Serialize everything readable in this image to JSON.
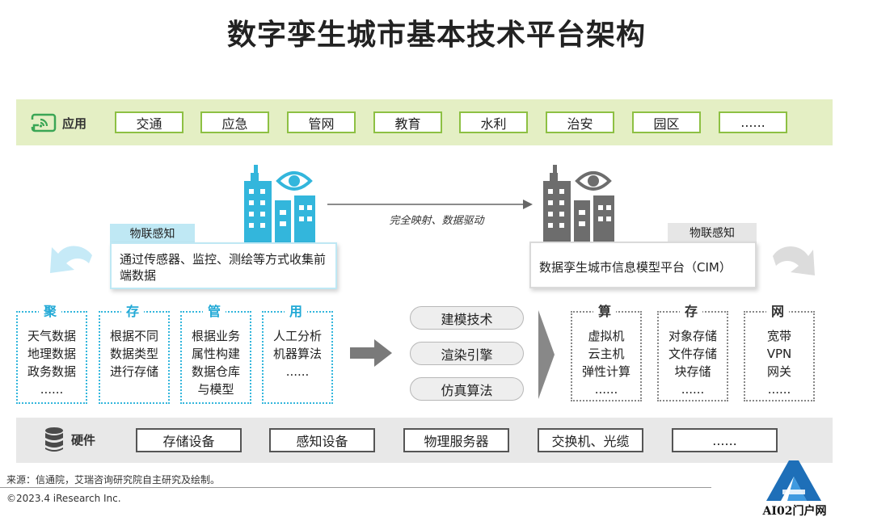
{
  "title": "数字孪生城市基本技术平台架构",
  "application": {
    "label": "应用",
    "items": [
      "交通",
      "应急",
      "管网",
      "教育",
      "水利",
      "治安",
      "园区",
      "......"
    ]
  },
  "hardware": {
    "label": "硬件",
    "items": [
      "存储设备",
      "感知设备",
      "物理服务器",
      "交换机、光缆",
      "......"
    ]
  },
  "mapping_label": "完全映射、数据驱动",
  "iot_left": {
    "tag": "物联感知",
    "text": "通过传感器、监控、测绘等方式收集前端数据"
  },
  "iot_right": {
    "tag": "物联感知",
    "text": "数据孪生城市信息模型平台（CIM）"
  },
  "left_columns": [
    {
      "head": "聚",
      "lines": [
        "天气数据",
        "地理数据",
        "政务数据",
        "......"
      ]
    },
    {
      "head": "存",
      "lines": [
        "根据不同",
        "数据类型",
        "进行存储"
      ]
    },
    {
      "head": "管",
      "lines": [
        "根据业务",
        "属性构建",
        "数据仓库",
        "与模型"
      ]
    },
    {
      "head": "用",
      "lines": [
        "人工分析",
        "机器算法",
        "......"
      ]
    }
  ],
  "technologies": [
    "建模技术",
    "渲染引擎",
    "仿真算法"
  ],
  "right_columns": [
    {
      "head": "算",
      "lines": [
        "虚拟机",
        "云主机",
        "弹性计算",
        "......"
      ]
    },
    {
      "head": "存",
      "lines": [
        "对象存储",
        "文件存储",
        "块存储",
        "......"
      ]
    },
    {
      "head": "网",
      "lines": [
        "宽带",
        "VPN",
        "网关",
        "......"
      ]
    }
  ],
  "footer": {
    "source": "来源：信通院，艾瑞咨询研究院自主研究及绘制。",
    "copyright": "©2023.4 iResearch Inc."
  },
  "watermark": "AI02门户网",
  "colors": {
    "app_band": "#e4efc4",
    "app_border": "#8dc043",
    "accent_blue": "#22a9d6",
    "hardware_band": "#e8e8e8",
    "building_gray": "#6d6d6d"
  }
}
